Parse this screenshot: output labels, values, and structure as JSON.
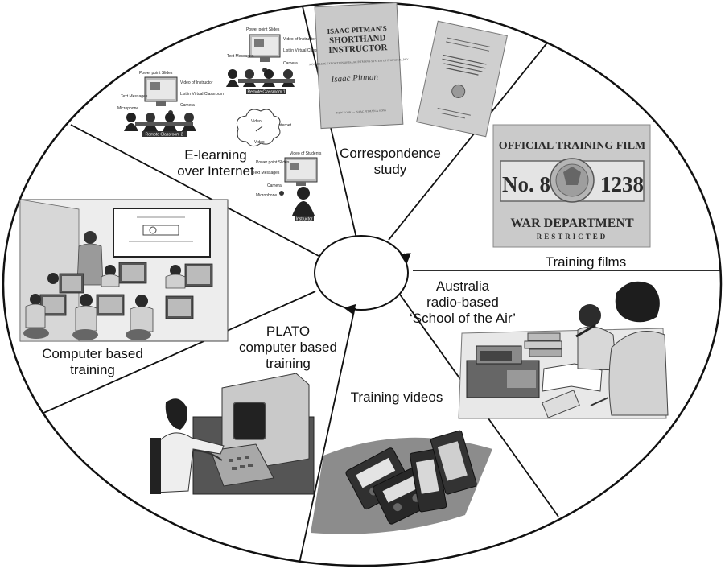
{
  "title": "",
  "segments": [
    {
      "id": "correspondence",
      "label_lines": [
        "Correspondence",
        "study"
      ]
    },
    {
      "id": "films",
      "label_lines": [
        "Training films"
      ]
    },
    {
      "id": "radio",
      "label_lines": [
        "Australia",
        "radio-based",
        "‘School of the Air’"
      ]
    },
    {
      "id": "videos",
      "label_lines": [
        "Training videos"
      ]
    },
    {
      "id": "plato",
      "label_lines": [
        "PLATO",
        "computer based",
        "training"
      ]
    },
    {
      "id": "cbt",
      "label_lines": [
        "Computer based",
        "training"
      ]
    },
    {
      "id": "elearning",
      "label_lines": [
        "E-learning",
        "over Internet"
      ]
    }
  ],
  "elearning_image": {
    "classroom1": {
      "caption": "Remote Classroom 1",
      "labels": [
        "Power point Slides",
        "Video of Instructor",
        "Text Messages",
        "List in Virtual Classroom",
        "Camera"
      ]
    },
    "classroom2": {
      "caption": "Remote Classroom 2",
      "labels": [
        "Power point Slides",
        "Video of Instructor",
        "Text Messages",
        "List in Virtual Classroom",
        "Microphone",
        "Camera"
      ]
    },
    "cloud": {
      "labels": [
        "Video",
        "Video",
        "Internet"
      ]
    },
    "instructor": {
      "caption": "Instructor",
      "labels": [
        "Video of Students",
        "Power point Slides",
        "Text Messages",
        "Camera",
        "Microphone"
      ]
    }
  },
  "correspondence_image": {
    "book_title_lines": [
      "ISAAC PITMAN'S",
      "SHORTHAND",
      "INSTRUCTOR"
    ],
    "book_subtitle": "A COMPLETE EXPOSITION OF ISAAC PITMAN'S SYSTEM OF PHONOGRAPHY",
    "signature": "Isaac Pitman",
    "book_publisher": "NEW YORK — ISAAC PITMAN & SONS"
  },
  "film_image": {
    "top_text": "OFFICIAL TRAINING FILM",
    "number_left": "No. 8-",
    "number_right": "1238",
    "department": "WAR DEPARTMENT",
    "restriction": "RESTRICTED"
  },
  "colors": {
    "outline": "#111111",
    "image_dark": "#444444",
    "image_mid": "#8a8a8a",
    "image_light": "#d2d2d2",
    "background": "#ffffff"
  }
}
